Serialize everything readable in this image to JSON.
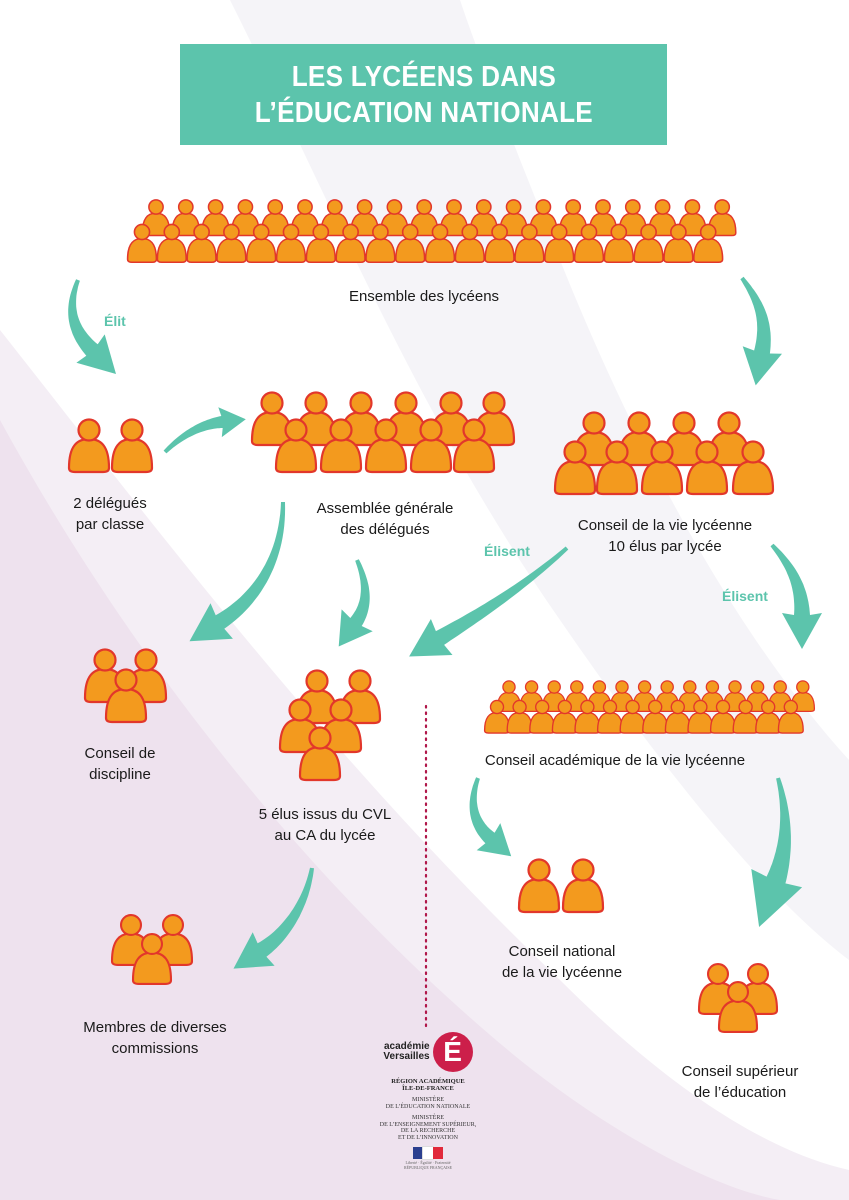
{
  "title": {
    "line1": "LES LYCÉENS DANS",
    "line2": "L’ÉDUCATION NATIONALE"
  },
  "colors": {
    "accent": "#5cc4ac",
    "person_fill": "#f39a1e",
    "person_outline": "#e2372b",
    "dotted_line": "#b0174a"
  },
  "nodes": {
    "ensemble": {
      "label": "Ensemble des lycéens"
    },
    "delegues": {
      "line1": "2 délégués",
      "line2": "par classe"
    },
    "assemblee": {
      "line1": "Assemblée générale",
      "line2": "des délégués"
    },
    "cvl": {
      "line1": "Conseil de la vie lycéenne",
      "line2": "10 élus par lycée"
    },
    "discipline": {
      "line1": "Conseil de",
      "line2": "discipline"
    },
    "ca": {
      "line1": "5 élus issus du CVL",
      "line2": "au CA du lycée"
    },
    "cavl": {
      "label": "Conseil académique de la vie lycéenne"
    },
    "commissions": {
      "line1": "Membres de diverses",
      "line2": "commissions"
    },
    "cnvl": {
      "line1": "Conseil national",
      "line2": "de la vie lycéenne"
    },
    "cse": {
      "line1": "Conseil supérieur",
      "line2": "de l’éducation"
    }
  },
  "edge_labels": {
    "elit": "Élit",
    "elisent_left": "Élisent",
    "elisent_right": "Élisent"
  },
  "logo": {
    "word1": "académie",
    "word2": "Versailles",
    "letter": "É",
    "region": "RÉGION ACADÉMIQUE",
    "region2": "ÎLE-DE-FRANCE",
    "ministry1_l1": "MINISTÈRE",
    "ministry1_l2": "DE L’ÉDUCATION NATIONALE",
    "ministry2_l1": "MINISTÈRE",
    "ministry2_l2": "DE L’ENSEIGNEMENT SUPÉRIEUR,",
    "ministry2_l3": "DE LA RECHERCHE",
    "ministry2_l4": "ET DE L’INNOVATION",
    "motto": "Liberté · Égalité · Fraternité",
    "republic": "RÉPUBLIQUE FRANÇAISE",
    "flag_colors": [
      "#2b3f8f",
      "#ffffff",
      "#e1293b"
    ]
  }
}
